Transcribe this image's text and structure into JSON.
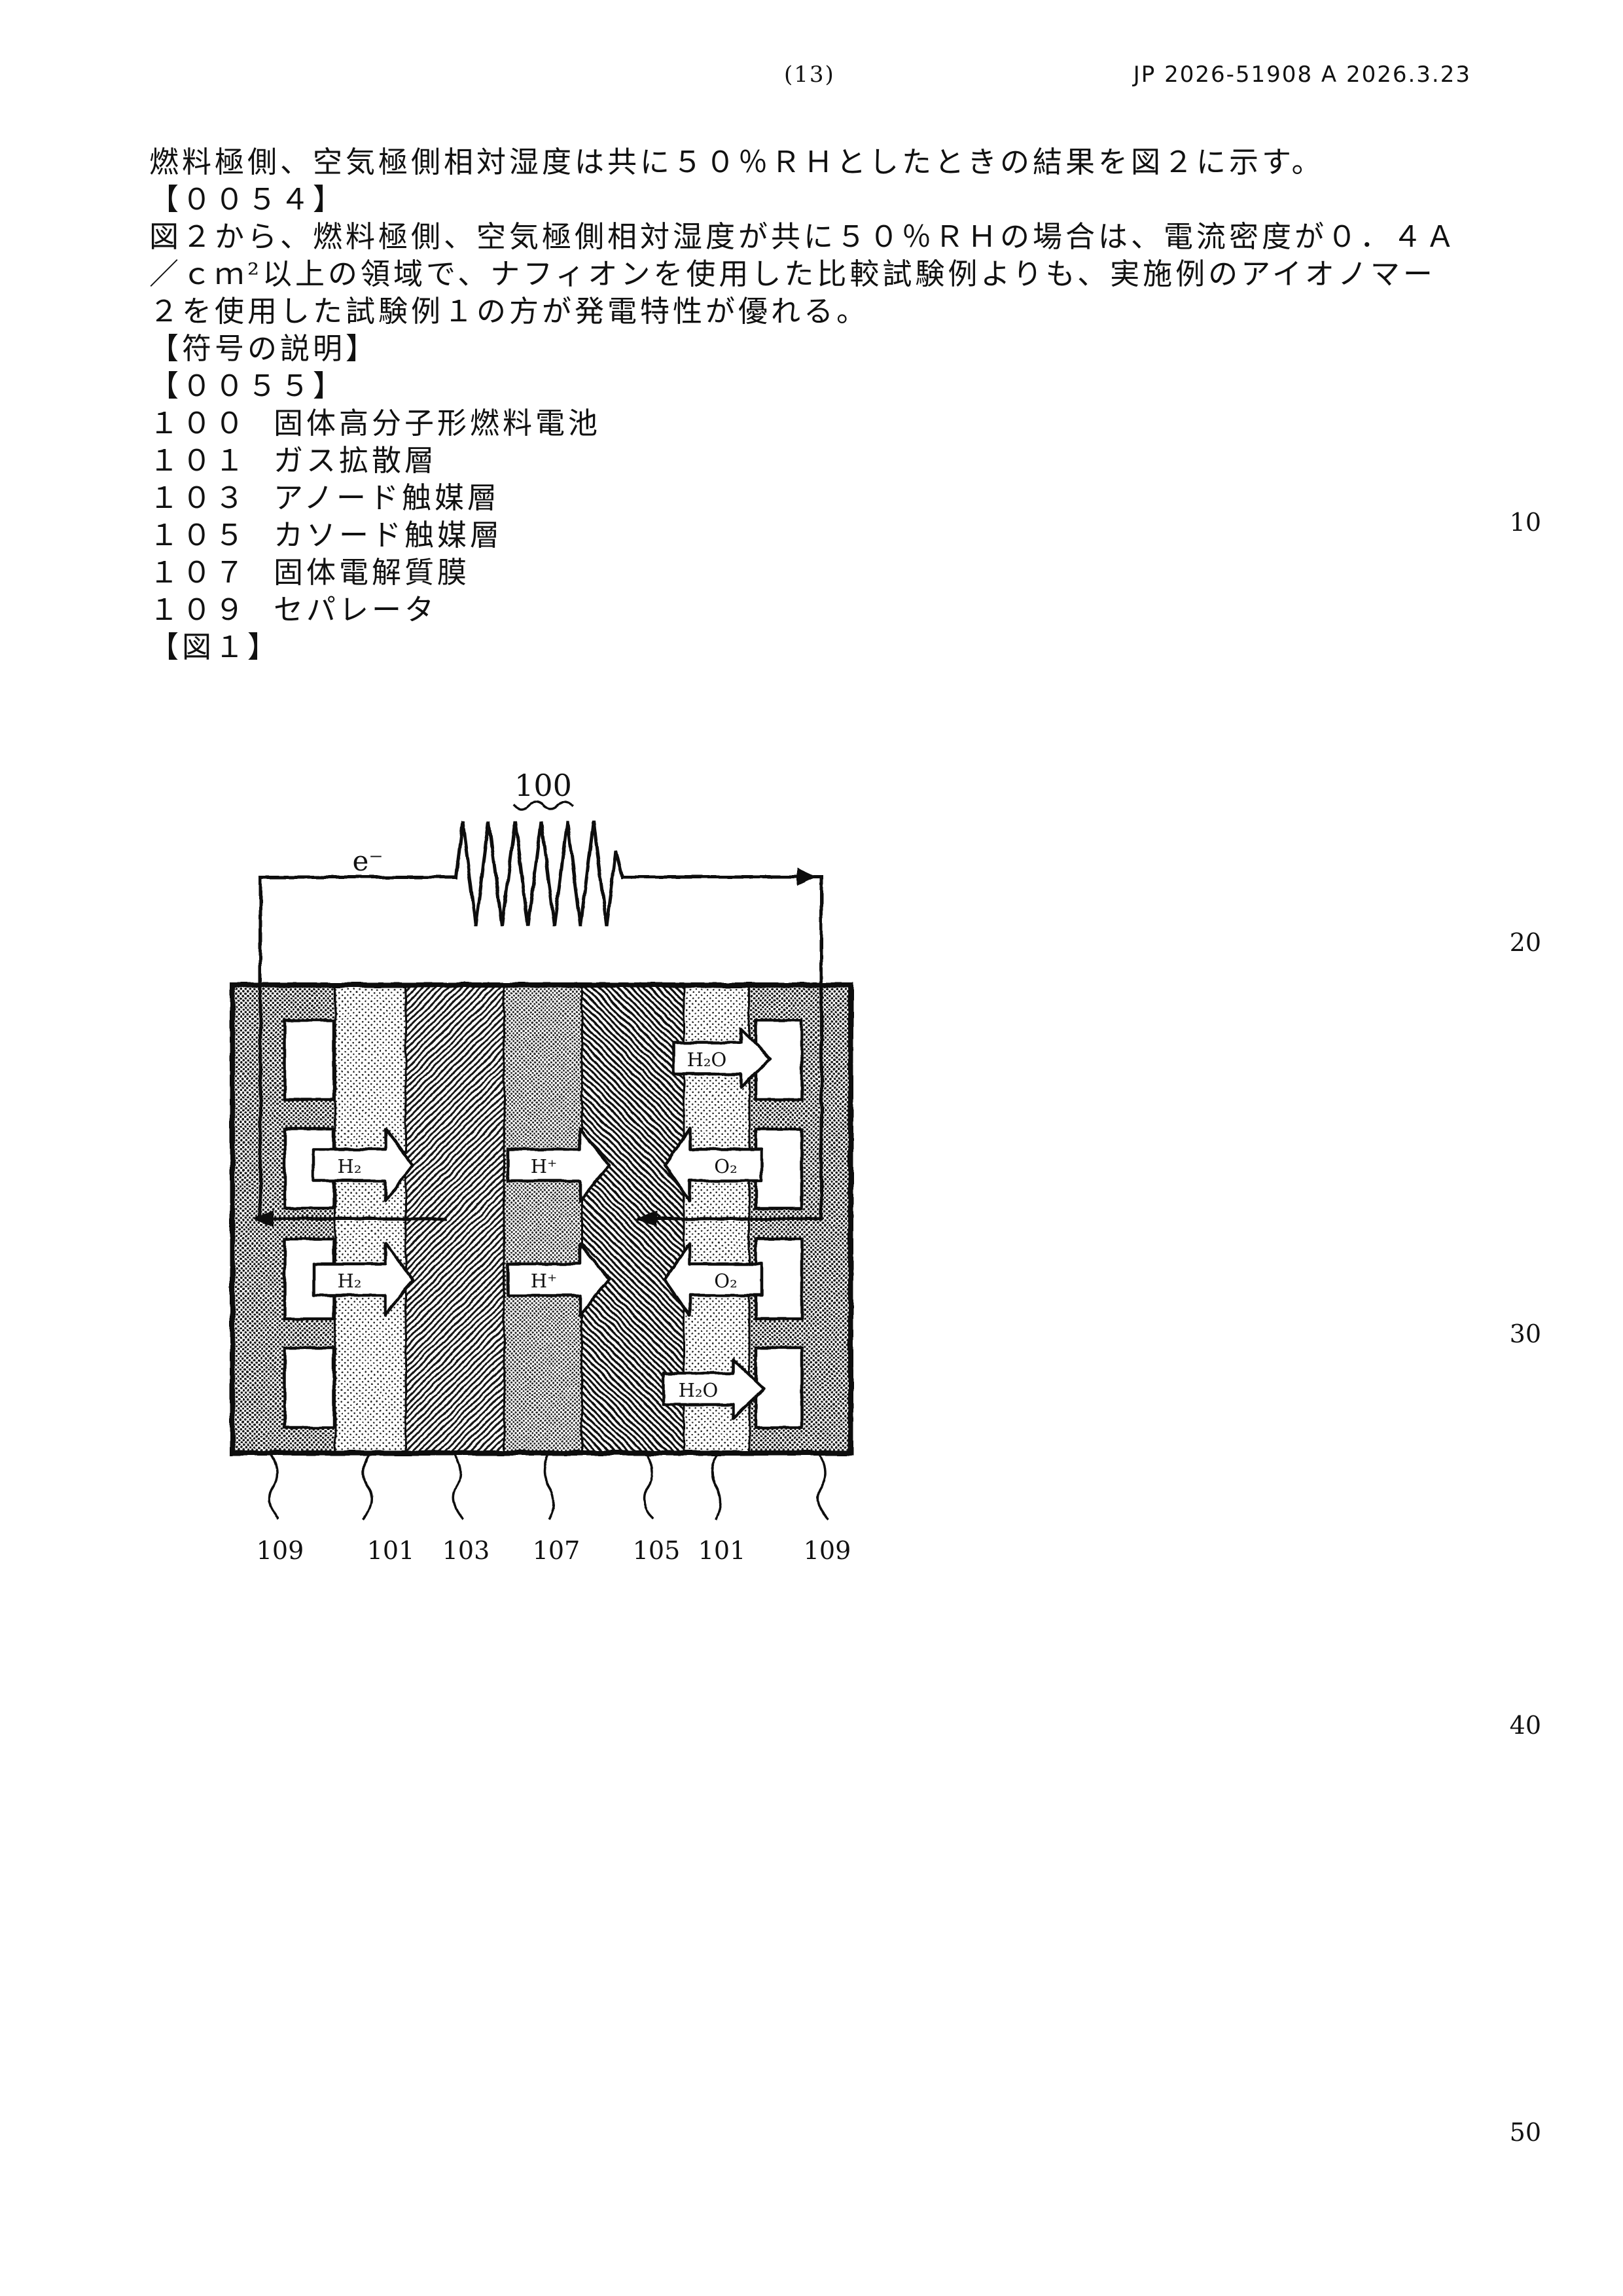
{
  "header": {
    "page_number": "(13)",
    "publication": "JP  2026-51908  A  2026.3.23"
  },
  "margin_line_numbers": [
    "10",
    "20",
    "30",
    "40",
    "50"
  ],
  "body": {
    "lines": [
      "燃料極側、空気極側相対湿度は共に５０％ＲＨとしたときの結果を図２に示す。",
      "【００５４】",
      "図２から、燃料極側、空気極側相対湿度が共に５０％ＲＨの場合は、電流密度が０．４Ａ",
      "／ｃｍ²以上の領域で、ナフィオンを使用した比較試験例よりも、実施例のアイオノマー",
      "２を使用した試験例１の方が発電特性が優れる。",
      "【符号の説明】",
      "【００５５】"
    ],
    "references": [
      {
        "num": "１００",
        "label": "固体高分子形燃料電池"
      },
      {
        "num": "１０１",
        "label": "ガス拡散層"
      },
      {
        "num": "１０３",
        "label": "アノード触媒層"
      },
      {
        "num": "１０５",
        "label": "カソード触媒層"
      },
      {
        "num": "１０７",
        "label": "固体電解質膜"
      },
      {
        "num": "１０９",
        "label": "セパレータ"
      }
    ]
  },
  "figure": {
    "caption": "【図１】",
    "cell_label": "100",
    "electron_label": "e⁻",
    "arrow_labels": {
      "h2": "H₂",
      "h_plus": "H⁺",
      "o2": "O₂",
      "h2o": "H₂O"
    },
    "bottom_labels": [
      "109",
      "101",
      "103",
      "107",
      "105",
      "101",
      "109"
    ]
  }
}
